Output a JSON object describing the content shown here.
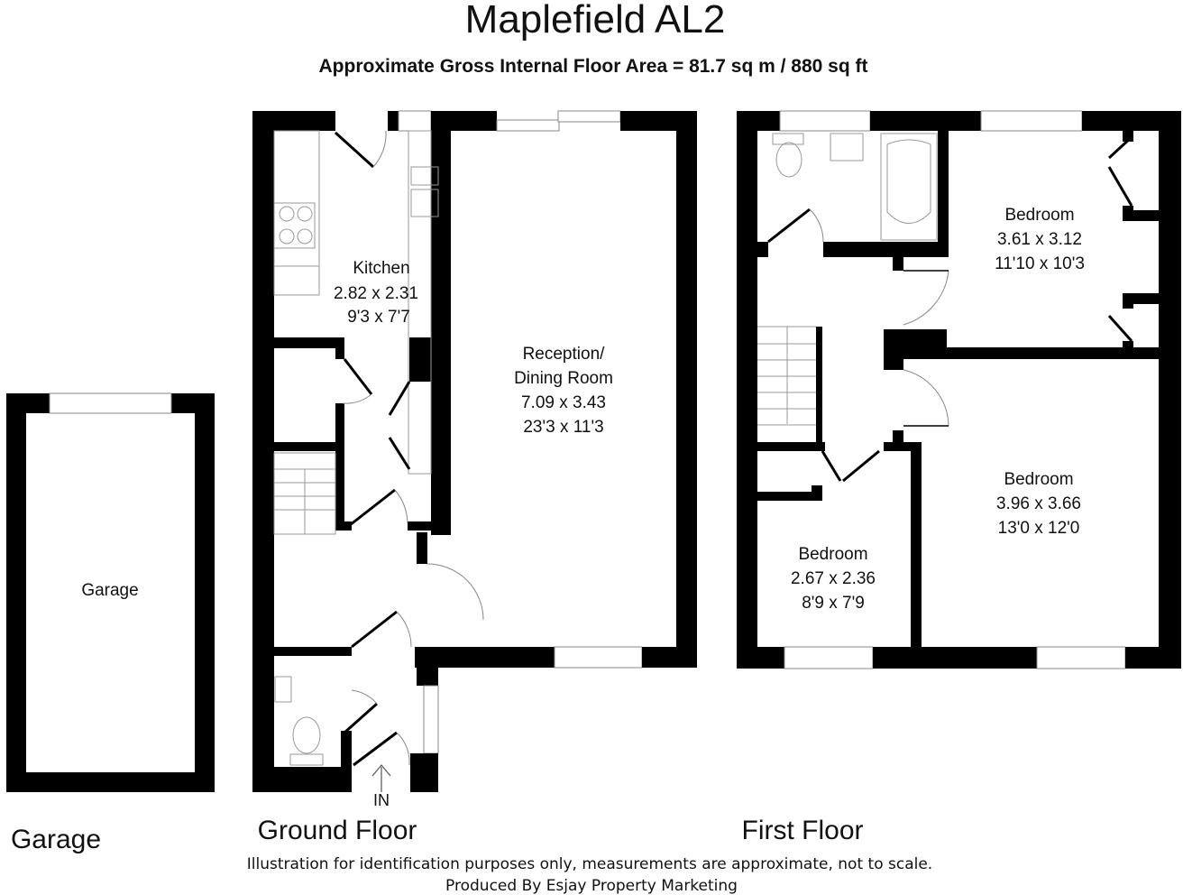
{
  "title": "Maplefield AL2",
  "subtitle": "Approximate Gross Internal Floor Area = 81.7 sq m / 880 sq ft",
  "floors": {
    "garage": {
      "label": "Garage",
      "room": "Garage"
    },
    "ground": {
      "label": "Ground Floor",
      "entrance": "IN",
      "kitchen": {
        "name": "Kitchen",
        "metric": "2.82 x 2.31",
        "imperial": "9'3 x 7'7"
      },
      "reception": {
        "name1": "Reception/",
        "name2": "Dining Room",
        "metric": "7.09 x 3.43",
        "imperial": "23'3 x 11'3"
      }
    },
    "first": {
      "label": "First Floor",
      "bedroom1": {
        "name": "Bedroom",
        "metric": "3.61 x 3.12",
        "imperial": "11'10 x 10'3"
      },
      "bedroom2": {
        "name": "Bedroom",
        "metric": "3.96 x 3.66",
        "imperial": "13'0 x 12'0"
      },
      "bedroom3": {
        "name": "Bedroom",
        "metric": "2.67 x 2.36",
        "imperial": "8'9 x 7'9"
      }
    }
  },
  "footer": {
    "disclaimer": "Illustration for identification purposes only, measurements are approximate, not to scale.",
    "producer": "Produced By Esjay Property Marketing"
  }
}
